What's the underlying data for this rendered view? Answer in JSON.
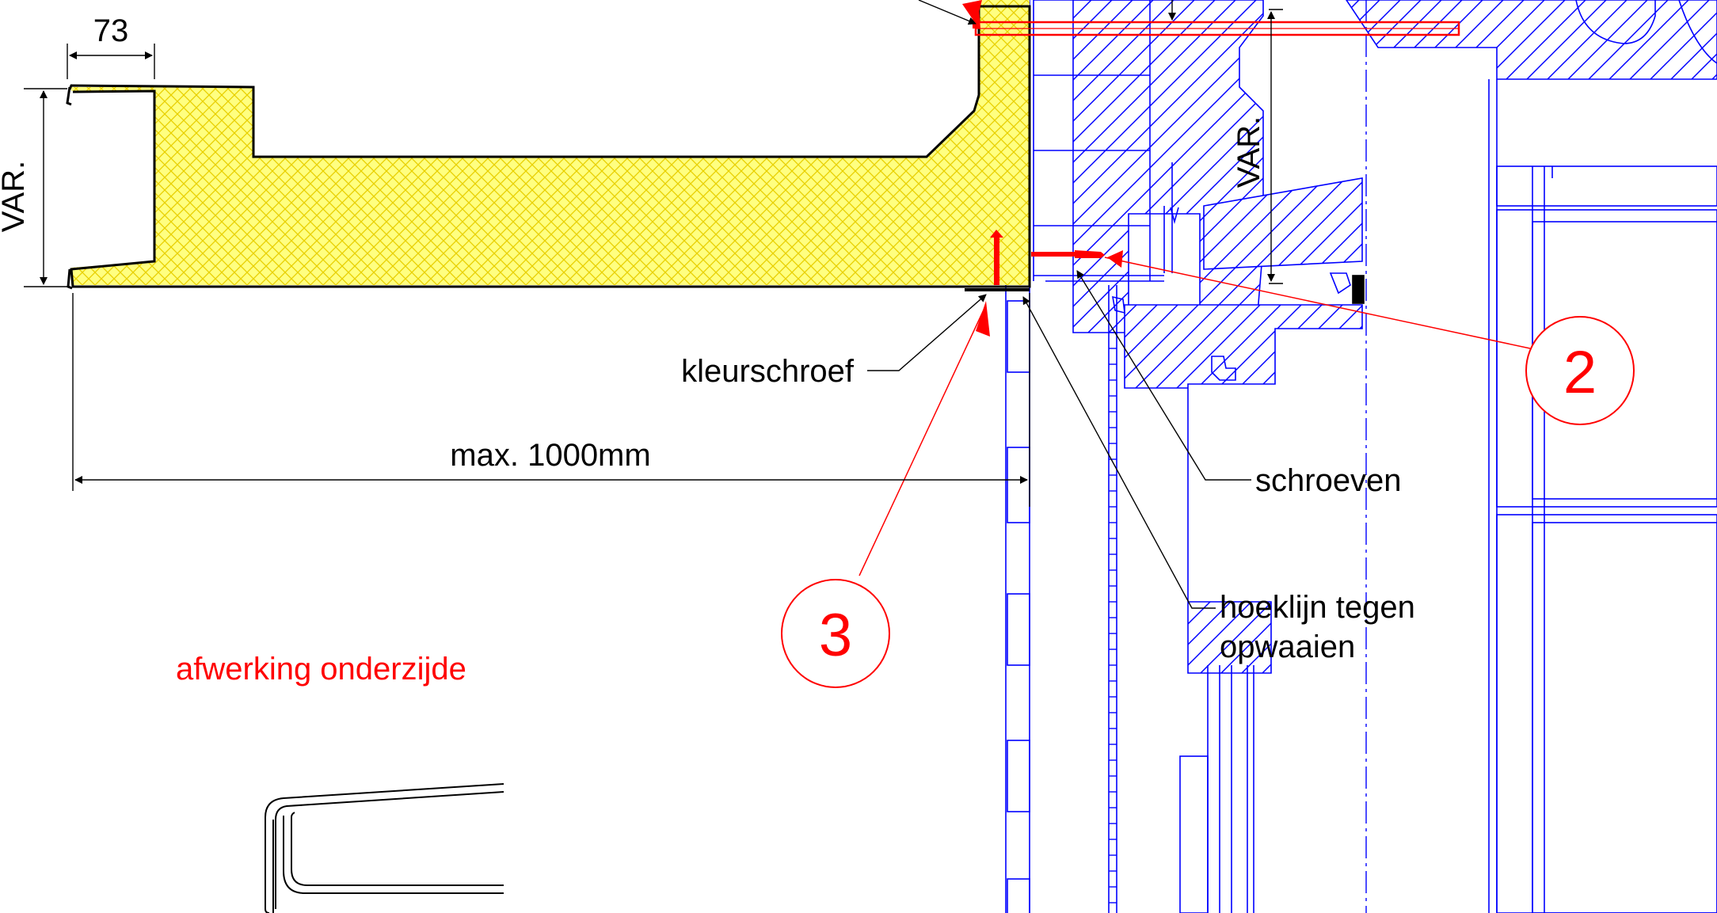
{
  "drawing": {
    "dimensions": {
      "top_width": "73",
      "left_height": "VAR.",
      "right_height": "VAR.",
      "span": "max. 1000mm"
    },
    "callouts": {
      "screw_label": "kleurschroef",
      "screws_label": "schroeven",
      "angle_line_1": "hoeklijn tegen",
      "angle_line_2": "opwaaien"
    },
    "bubbles": [
      {
        "number": "2"
      },
      {
        "number": "3"
      }
    ],
    "detail_caption": "afwerking onderzijde",
    "colors": {
      "insulation": "#ffff80",
      "insulation_hatch": "#e8d000",
      "structure": "#0000ff",
      "highlight": "#ff0000",
      "lines": "#000000"
    }
  }
}
